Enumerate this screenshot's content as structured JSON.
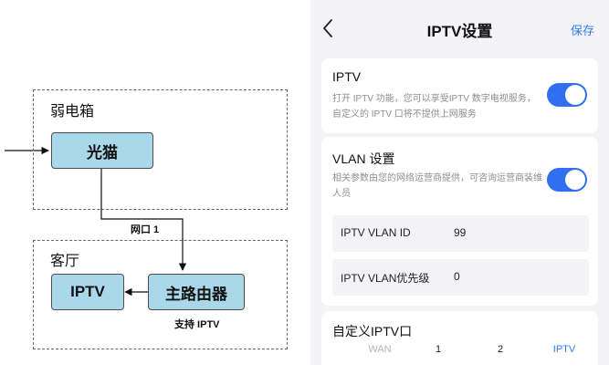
{
  "diagram": {
    "zone_top": "弱电箱",
    "zone_bottom": "客厅",
    "node_modem": "光猫",
    "node_router": "主路由器",
    "node_iptv": "IPTV",
    "link_label": "网口 1",
    "router_caption": "支持 IPTV"
  },
  "phone": {
    "title": "IPTV设置",
    "save_label": "保存",
    "iptv": {
      "title": "IPTV",
      "desc": "打开 IPTV 功能，您可以享受IPTV 数字电视服务，自定义的 IPTV 口将不提供上网服务",
      "enabled": true
    },
    "vlan": {
      "title": "VLAN 设置",
      "desc": "相关参数由您的网络运营商提供，可咨询运营商装维人员",
      "enabled": true,
      "fields": [
        {
          "label": "IPTV VLAN ID",
          "value": "99"
        },
        {
          "label": "IPTV VLAN优先级",
          "value": "0"
        }
      ]
    },
    "custom_port": {
      "title": "自定义IPTV口",
      "options": [
        "WAN",
        "1",
        "2",
        "IPTV"
      ],
      "selected": "IPTV"
    }
  },
  "colors": {
    "accent": "#2f6ff0",
    "link": "#2f7cf6",
    "node_fill": "#a8d8ea",
    "muted": "#8e8e93"
  }
}
